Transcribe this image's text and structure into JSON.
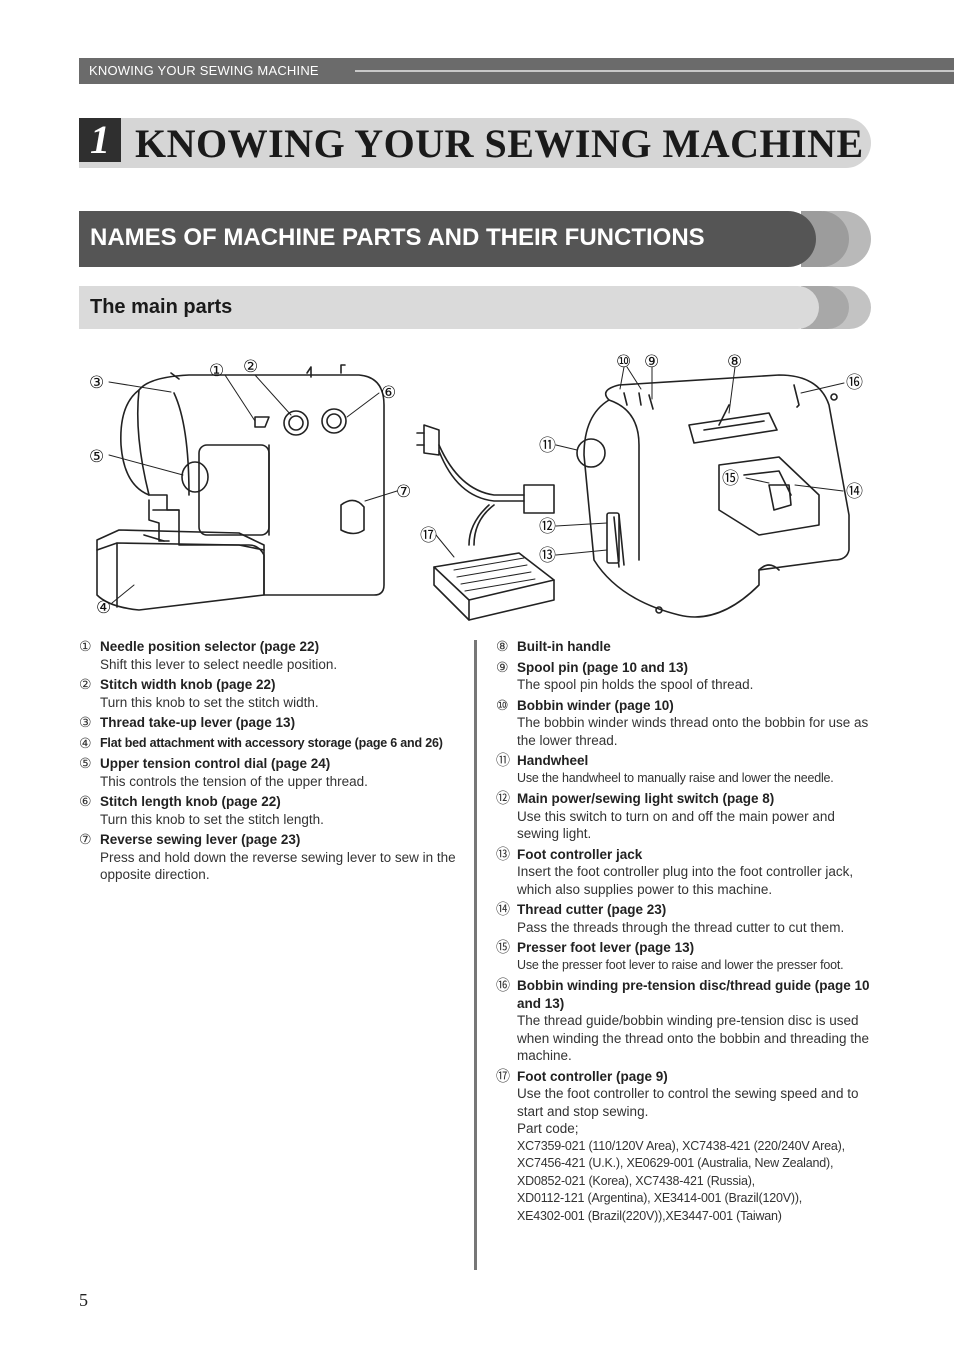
{
  "running_header": "KNOWING YOUR SEWING MACHINE",
  "chapter": {
    "number": "1",
    "title": "KNOWING YOUR SEWING MACHINE"
  },
  "section_title": "NAMES OF MACHINE PARTS AND THEIR FUNCTIONS",
  "subsection_title": "The main parts",
  "callouts": {
    "c1": "①",
    "c2": "②",
    "c3": "③",
    "c4": "④",
    "c5": "⑤",
    "c6": "⑥",
    "c7": "⑦",
    "c8": "⑧",
    "c9": "⑨",
    "c10": "⑩",
    "c11": "⑪",
    "c12": "⑫",
    "c13": "⑬",
    "c14": "⑭",
    "c15": "⑮",
    "c16": "⑯",
    "c17": "⑰"
  },
  "parts_left": [
    {
      "num": "①",
      "head": "Needle position selector (page 22)",
      "desc": "Shift this lever to select needle position."
    },
    {
      "num": "②",
      "head": "Stitch width knob (page 22)",
      "desc": "Turn this knob to set the stitch width."
    },
    {
      "num": "③",
      "head": "Thread take-up lever (page 13)",
      "desc": ""
    },
    {
      "num": "④",
      "head": "Flat bed attachment with accessory storage (page 6 and 26)",
      "desc": ""
    },
    {
      "num": "⑤",
      "head": "Upper tension control dial (page 24)",
      "desc": "This controls the tension of the upper thread."
    },
    {
      "num": "⑥",
      "head": "Stitch length knob (page 22)",
      "desc": "Turn this knob to set the stitch length."
    },
    {
      "num": "⑦",
      "head": "Reverse sewing lever (page 23)",
      "desc": "Press and hold down the reverse sewing lever to sew in the opposite direction."
    }
  ],
  "parts_right": [
    {
      "num": "⑧",
      "head": "Built-in handle",
      "desc": ""
    },
    {
      "num": "⑨",
      "head": "Spool pin (page 10 and 13)",
      "desc": "The spool pin holds the spool of thread."
    },
    {
      "num": "⑩",
      "head": "Bobbin winder (page 10)",
      "desc": "The bobbin winder winds thread onto the bobbin for use as the lower thread."
    },
    {
      "num": "⑪",
      "head": "Handwheel",
      "desc": "Use the handwheel to manually raise and lower the needle."
    },
    {
      "num": "⑫",
      "head": "Main power/sewing light switch (page 8)",
      "desc": "Use this switch to turn on and off the main power and sewing light."
    },
    {
      "num": "⑬",
      "head": "Foot controller jack",
      "desc": "Insert the foot controller plug into the foot controller jack, which also supplies power to this machine."
    },
    {
      "num": "⑭",
      "head": "Thread cutter (page 23)",
      "desc": "Pass the threads through the thread cutter to cut them."
    },
    {
      "num": "⑮",
      "head": "Presser foot lever (page 13)",
      "desc": "Use the presser foot lever to raise and lower the presser foot."
    },
    {
      "num": "⑯",
      "head": "Bobbin winding pre-tension disc/thread guide (page 10 and 13)",
      "desc": "The thread guide/bobbin winding pre-tension disc is used when winding the thread onto the bobbin and threading the machine."
    },
    {
      "num": "⑰",
      "head": "Foot controller (page 9)",
      "desc": "Use the foot controller to control the sewing speed and to start and stop sewing."
    }
  ],
  "part_code": {
    "label": "Part code;",
    "lines": [
      "XC7359-021 (110/120V Area), XC7438-421 (220/240V Area),",
      "XC7456-421 (U.K.), XE0629-001 (Australia, New Zealand),",
      "XD0852-021 (Korea), XC7438-421 (Russia),",
      "XD0112-121 (Argentina), XE3414-001 (Brazil(120V)),",
      "XE4302-001 (Brazil(220V)),XE3447-001 (Taiwan)"
    ]
  },
  "page_number": "5"
}
